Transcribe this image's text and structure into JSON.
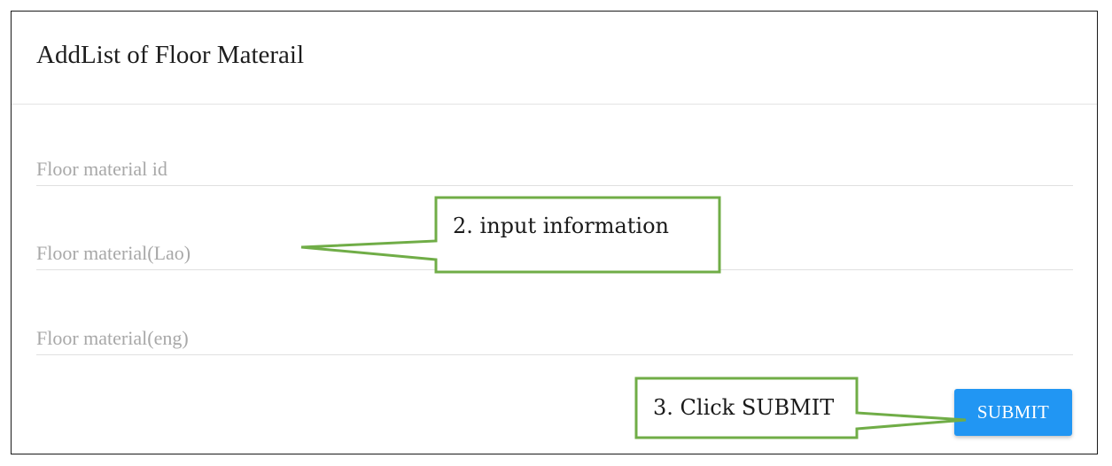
{
  "card": {
    "title": "AddList of Floor Materail"
  },
  "form": {
    "fields": [
      {
        "placeholder": "Floor material id",
        "value": ""
      },
      {
        "placeholder": "Floor material(Lao)",
        "value": ""
      },
      {
        "placeholder": "Floor material(eng)",
        "value": ""
      }
    ],
    "submit_label": "SUBMIT"
  },
  "annotations": {
    "step2": "2. input information",
    "step3": "3. Click SUBMIT"
  },
  "colors": {
    "submit_button": "#2196f3",
    "callout_border": "#70ad47"
  }
}
